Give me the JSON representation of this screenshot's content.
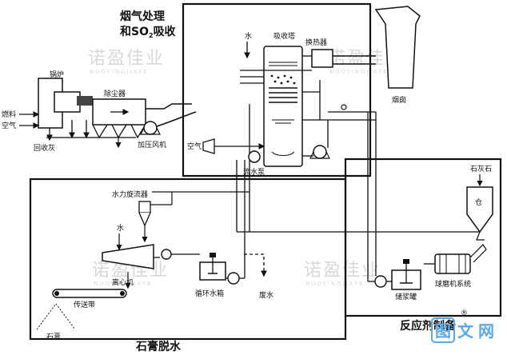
{
  "sections": {
    "flue_gas_title_line1": "烟气处理",
    "flue_gas_title_line2a": "和SO",
    "flue_gas_title_sub": "2",
    "flue_gas_title_line2b": "吸收",
    "gypsum_title": "石膏脱水",
    "reagent_title": "反应剂制备"
  },
  "labels": {
    "boiler": "锅炉",
    "fuel": "燃料",
    "air_in": "空气",
    "ash": "回收灰",
    "dust_collector": "除尘器",
    "booster_fan": "加压风机",
    "water_top": "水",
    "absorber": "吸收塔",
    "heat_exchanger": "换热器",
    "chimney": "烟囱",
    "air_oxidation": "空气",
    "circulation_pump": "流水泵",
    "hydrocyclone": "水力旋流器",
    "water_left": "水",
    "centrifuge": "离心机",
    "conveyor": "传送带",
    "gypsum": "石膏",
    "recycle_tank": "循环水箱",
    "wastewater": "废水",
    "limestone": "石灰石",
    "silo": "仓",
    "ball_mill": "球磨机系统",
    "slurry_tank": "储浆罐"
  },
  "watermark": {
    "cn": "诺盈佳业",
    "en": "NUOYINGJIAYE",
    "logo_a": "图",
    "logo_b": "文",
    "logo_c": "网",
    "reg": "®"
  }
}
